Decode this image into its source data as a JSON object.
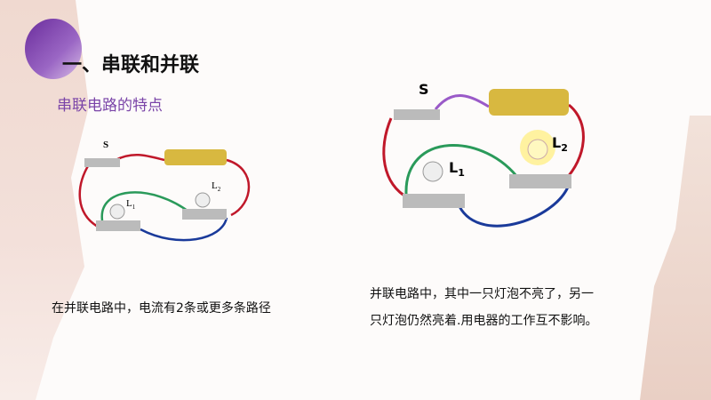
{
  "slide": {
    "title": "一、串联和并联",
    "subtitle": "串联电路的特点",
    "left_caption": "在并联电路中，电流有2条或更多条路径",
    "right_caption_line1": "并联电路中，其中一只灯泡不亮了，另一",
    "right_caption_line2": "只灯泡仍然亮着.用电器的工作互不影响。"
  },
  "diagram_left": {
    "switch_label": "S",
    "lamp1_label": "L",
    "lamp1_sub": "1",
    "lamp2_label": "L",
    "lamp2_sub": "2"
  },
  "diagram_right": {
    "switch_label": "S",
    "lamp1_label": "L",
    "lamp1_sub": "1",
    "lamp2_label": "L",
    "lamp2_sub": "2"
  },
  "colors": {
    "accent": "#7a44a8",
    "wire_red": "#c0182a",
    "wire_green": "#2a9a5a",
    "wire_blue": "#1a3a9a"
  }
}
